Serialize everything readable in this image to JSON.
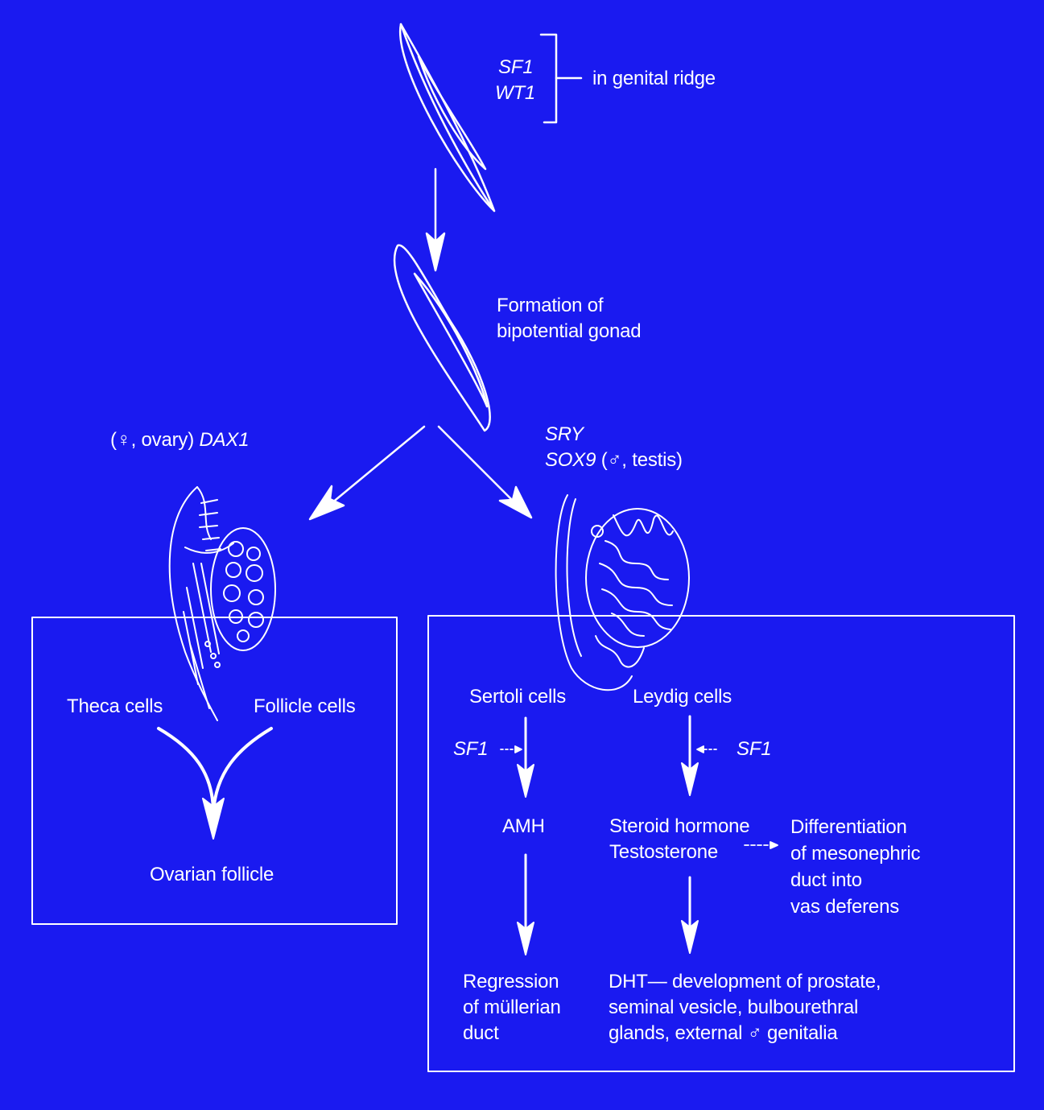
{
  "colors": {
    "background": "#1a1af0",
    "foreground": "#ffffff",
    "border": "#000000"
  },
  "top": {
    "gene1": "SF1",
    "gene2": "WT1",
    "location": "in genital ridge"
  },
  "middle": {
    "line1": "Formation of",
    "line2": "bipotential gonad"
  },
  "female": {
    "prefix": "(♀, ovary)",
    "gene": "DAX1",
    "theca": "Theca cells",
    "follicle": "Follicle cells",
    "result": "Ovarian follicle"
  },
  "male": {
    "gene_sry": "SRY",
    "gene_sox9": "SOX9",
    "suffix": "(♂, testis)",
    "sertoli": "Sertoli cells",
    "leydig": "Leydig cells",
    "sf1_left": "SF1",
    "sf1_right": "SF1",
    "amh": "AMH",
    "steroid1": "Steroid hormone",
    "steroid2": "Testosterone",
    "diff1": "Differentiation",
    "diff2": "of mesonephric",
    "diff3": "duct into",
    "diff4": "vas deferens",
    "regression1": "Regression",
    "regression2": "of müllerian",
    "regression3": "duct",
    "dht1": "DHT— development of prostate,",
    "dht2": "seminal vesicle, bulbourethral",
    "dht3": "glands, external ♂ genitalia"
  }
}
